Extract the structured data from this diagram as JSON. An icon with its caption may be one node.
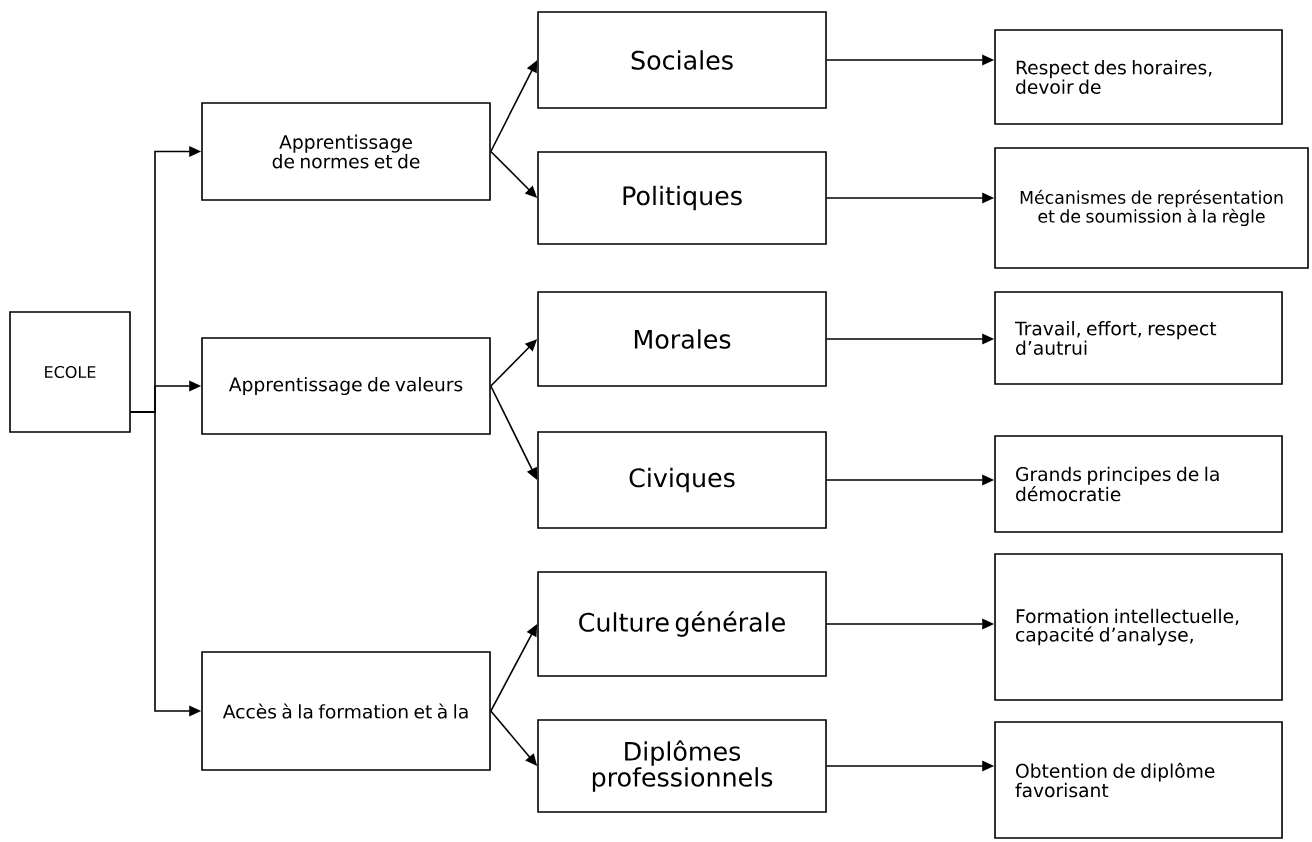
{
  "diagram": {
    "nodes": [
      {
        "text": [
          "ECOLE"
        ]
      },
      {
        "text": [
          "Apprentissage de normes et de"
        ]
      },
      {
        "text": [
          "Apprentissage de valeurs"
        ]
      },
      {
        "text": [
          "Accès à la formation et à la"
        ]
      },
      {
        "text": [
          "Sociales"
        ]
      },
      {
        "text": [
          "Politiques"
        ]
      },
      {
        "text": [
          "Morales"
        ]
      },
      {
        "text": [
          "Civiques"
        ]
      },
      {
        "text": [
          "Culture générale"
        ]
      },
      {
        "text": [
          "Diplômes professionnels"
        ]
      },
      {
        "text": [
          "Respect des horaires, devoir de"
        ]
      },
      {
        "text": [
          "Mécanismes de représentation et de soumission à la règle"
        ]
      },
      {
        "text": [
          "Travail, effort, respect d’autrui"
        ]
      },
      {
        "text": [
          "Grands principes de la démocratie"
        ]
      },
      {
        "text": [
          "Formation intellectuelle, capacité d’analyse,"
        ]
      },
      {
        "text": [
          "Obtention de diplôme favorisant"
        ]
      }
    ],
    "edges": [
      {
        "from": 0,
        "to": 1,
        "arrow": "to"
      },
      {
        "from": 0,
        "to": 2,
        "arrow": "to"
      },
      {
        "from": 0,
        "to": 3,
        "arrow": "to"
      },
      {
        "from": 1,
        "to": 4,
        "arrow": "to"
      },
      {
        "from": 1,
        "to": 5,
        "arrow": "to"
      },
      {
        "from": 2,
        "to": 6,
        "arrow": "to"
      },
      {
        "from": 2,
        "to": 7,
        "arrow": "to"
      },
      {
        "from": 3,
        "to": 8,
        "arrow": "to"
      },
      {
        "from": 3,
        "to": 9,
        "arrow": "to"
      },
      {
        "from": 4,
        "to": 10,
        "arrow": "to"
      },
      {
        "from": 5,
        "to": 11,
        "arrow": "to"
      },
      {
        "from": 6,
        "to": 12,
        "arrow": "to"
      },
      {
        "from": 7,
        "to": 13,
        "arrow": "to"
      },
      {
        "from": 8,
        "to": 14,
        "arrow": "to"
      },
      {
        "from": 9,
        "to": 15,
        "arrow": "to"
      }
    ]
  }
}
